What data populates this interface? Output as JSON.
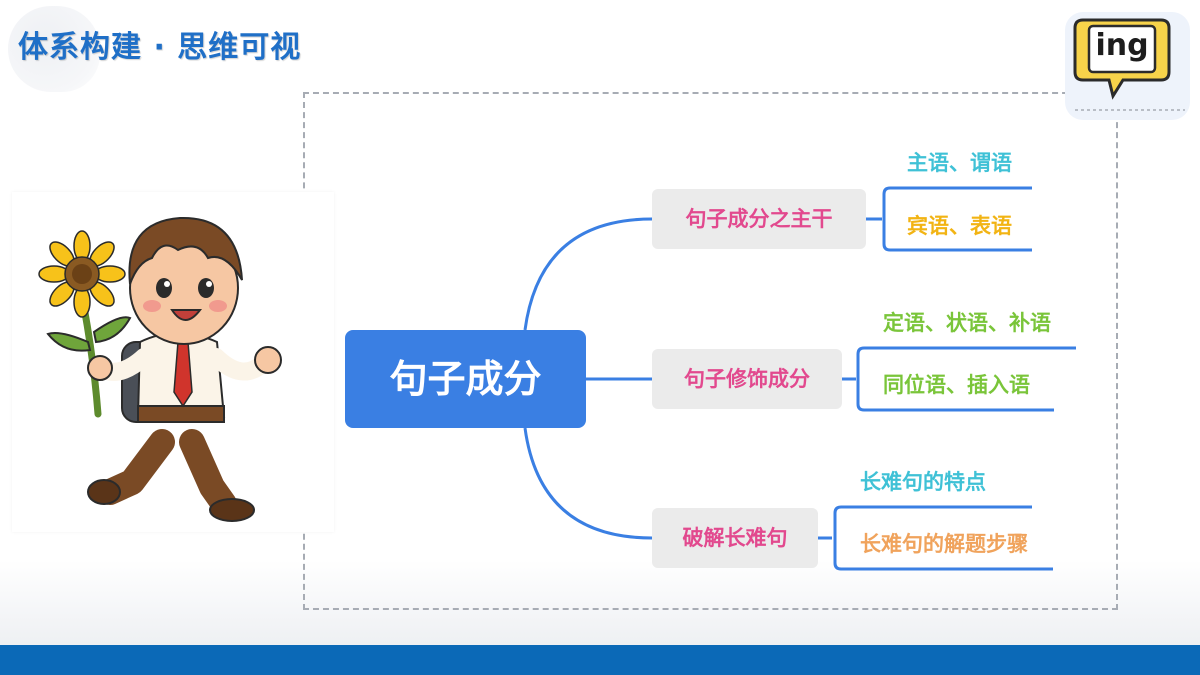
{
  "header": {
    "title": "体系构建 · 思维可视"
  },
  "badge": {
    "text": "ing"
  },
  "mindmap": {
    "root": "句子成分",
    "branches": [
      {
        "label": "句子成分之主干",
        "children": [
          {
            "label": "主语、谓语",
            "color": "#3fc1d6"
          },
          {
            "label": "宾语、表语",
            "color": "#f2b414"
          }
        ]
      },
      {
        "label": "句子修饰成分",
        "children": [
          {
            "label": "定语、状语、补语",
            "color": "#7ac53a"
          },
          {
            "label": "同位语、插入语",
            "color": "#7ac53a"
          }
        ]
      },
      {
        "label": "破解长难句",
        "children": [
          {
            "label": "长难句的特点",
            "color": "#3fc1d6"
          },
          {
            "label": "长难句的解题步骤",
            "color": "#f0a35c"
          }
        ]
      }
    ]
  },
  "colors": {
    "title": "#1f6fc7",
    "root_bg": "#3a7fe3",
    "branch_text": "#e2498e",
    "branch_bg": "#ebebeb",
    "connector": "#3a7fe3",
    "bottom_bar": "#0b69b7"
  },
  "illustration": {
    "icon": "boy-with-sunflower-illustration"
  }
}
